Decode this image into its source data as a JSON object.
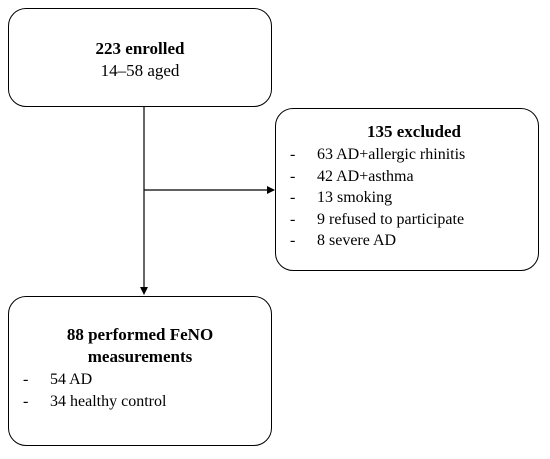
{
  "enrolled": {
    "title": "223 enrolled",
    "subtitle": "14–58 aged"
  },
  "excluded": {
    "title": "135 excluded",
    "items": [
      "63 AD+allergic rhinitis",
      "42 AD+asthma",
      "13 smoking",
      "9 refused to participate",
      "8 severe AD"
    ]
  },
  "performed": {
    "title_line1": "88 performed FeNO",
    "title_line2": "measurements",
    "items": [
      "54 AD",
      "34 healthy control"
    ]
  },
  "bullet_symbol": "-",
  "colors": {
    "stroke": "#000000",
    "background": "#ffffff"
  }
}
